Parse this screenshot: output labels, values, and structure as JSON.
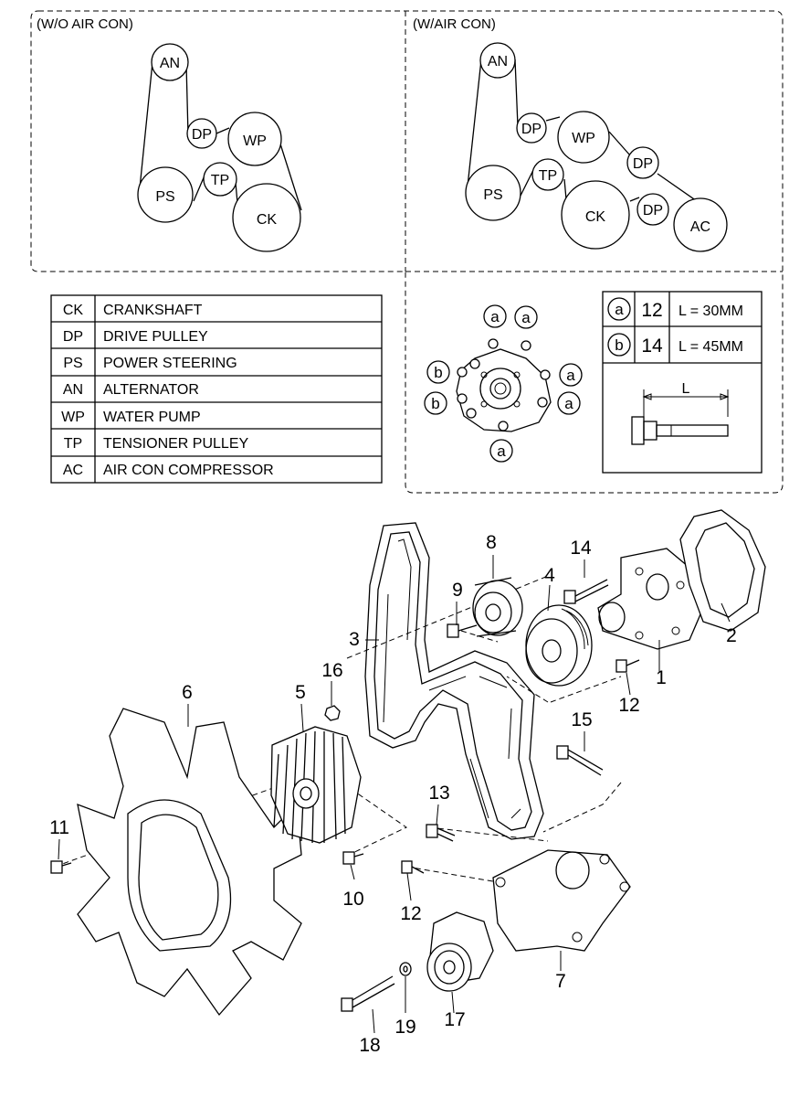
{
  "belt_diagrams": {
    "without_ac": {
      "title": "(W/O AIR CON)",
      "pulleys": [
        "AN",
        "DP",
        "WP",
        "PS",
        "TP",
        "CK"
      ]
    },
    "with_ac": {
      "title": "(W/AIR CON)",
      "pulleys": [
        "AN",
        "DP",
        "WP",
        "DP",
        "PS",
        "TP",
        "CK",
        "DP",
        "AC"
      ]
    }
  },
  "legend": [
    {
      "code": "CK",
      "name": "CRANKSHAFT"
    },
    {
      "code": "DP",
      "name": "DRIVE  PULLEY"
    },
    {
      "code": "PS",
      "name": "POWER  STEERING"
    },
    {
      "code": "AN",
      "name": "ALTERNATOR"
    },
    {
      "code": "WP",
      "name": "WATER  PUMP"
    },
    {
      "code": "TP",
      "name": "TENSIONER  PULLEY"
    },
    {
      "code": "AC",
      "name": "AIR  CON COMPRESSOR"
    }
  ],
  "bolt_pattern": {
    "markers": [
      "a",
      "a",
      "a",
      "a",
      "a",
      "b",
      "b"
    ]
  },
  "bolt_spec": {
    "rows": [
      {
        "marker": "a",
        "part": "12",
        "length": "L = 30MM"
      },
      {
        "marker": "b",
        "part": "14",
        "length": "L = 45MM"
      }
    ],
    "dimension_label": "L"
  },
  "part_numbers": [
    "1",
    "2",
    "3",
    "4",
    "5",
    "6",
    "7",
    "8",
    "9",
    "10",
    "11",
    "12",
    "12",
    "13",
    "14",
    "15",
    "16",
    "17",
    "18",
    "19"
  ]
}
